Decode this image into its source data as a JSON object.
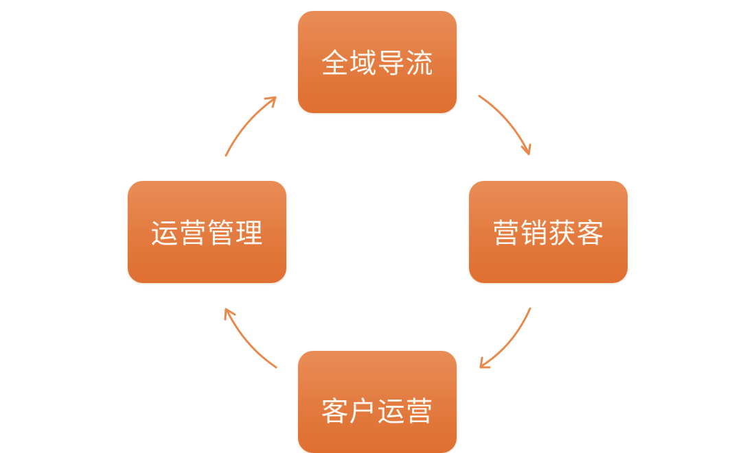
{
  "diagram": {
    "type": "cycle",
    "accent_color": "#e37a3f",
    "arrow_color": "#e8884a",
    "nodes": [
      {
        "id": "top",
        "label": "全域导流"
      },
      {
        "id": "right",
        "label": "营销获客"
      },
      {
        "id": "bottom",
        "label": "客户运营"
      },
      {
        "id": "left",
        "label": "运营管理"
      }
    ],
    "edges": [
      {
        "from": "全域导流",
        "to": "营销获客"
      },
      {
        "from": "营销获客",
        "to": "客户运营"
      },
      {
        "from": "客户运营",
        "to": "运营管理"
      },
      {
        "from": "运营管理",
        "to": "全域导流"
      }
    ]
  }
}
